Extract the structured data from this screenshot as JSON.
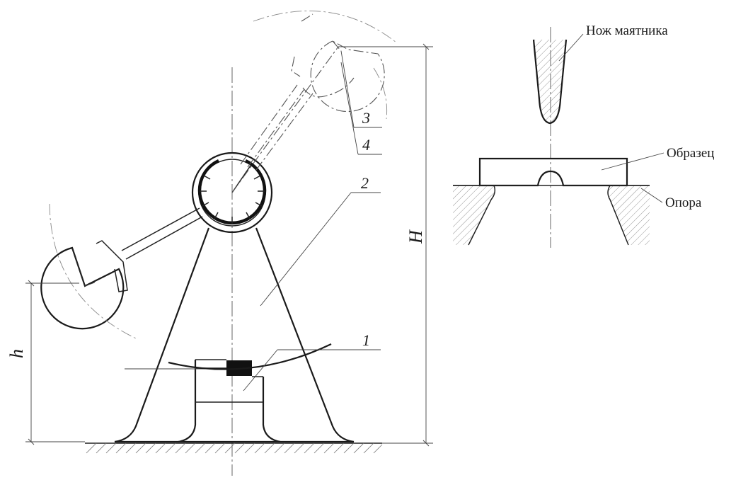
{
  "labels": {
    "n1": "1",
    "n2": "2",
    "n3": "3",
    "n4": "4",
    "h": "h",
    "H": "H",
    "knife": "Нож маятника",
    "specimen": "Образец",
    "support": "Опора"
  },
  "colors": {
    "line": "#1a1a1a",
    "hatch": "#777777",
    "specimen_fill": "#111111"
  }
}
